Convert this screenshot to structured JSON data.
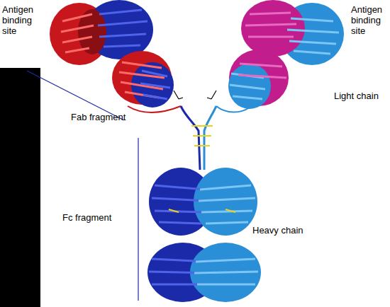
{
  "diagram": {
    "labels": [
      "Antigen binding site",
      "Antigen binding site",
      "Fab fragment",
      "Light chain",
      "Fc fragment",
      "Heavy chain"
    ]
  }
}
